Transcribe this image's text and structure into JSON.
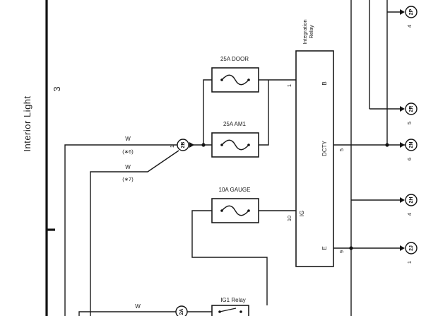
{
  "section": {
    "title": "Interior Light",
    "number": "3"
  },
  "relay": {
    "name_line1": "Integration",
    "name_line2": "Relay",
    "pins": {
      "b": "B",
      "dcty": "DCTY",
      "ig": "IG",
      "e": "E"
    },
    "pin_numbers": {
      "b": "1",
      "dcty": "5",
      "ig": "10",
      "e": "9"
    }
  },
  "fuses": {
    "door": "25A DOOR",
    "am1": "25A AM1",
    "gauge": "10A GAUGE"
  },
  "ig1_relay": "IG1 Relay",
  "wires": {
    "w1": "W",
    "w1_note": "(∗6)",
    "w2": "W",
    "w2_note": "(∗7)",
    "w3": "W"
  },
  "connectors": {
    "c2b": {
      "id": "2B",
      "pin": "1"
    },
    "c2a": {
      "id": "2A",
      "pin": ""
    },
    "c2p": {
      "id": "2P",
      "pin": "4"
    },
    "c2r": {
      "id": "2R",
      "pin": "5"
    },
    "c2n": {
      "id": "2N",
      "pin": "6"
    },
    "c2h": {
      "id": "2H",
      "pin": "4"
    },
    "c2j": {
      "id": "2J",
      "pin": "1"
    }
  }
}
